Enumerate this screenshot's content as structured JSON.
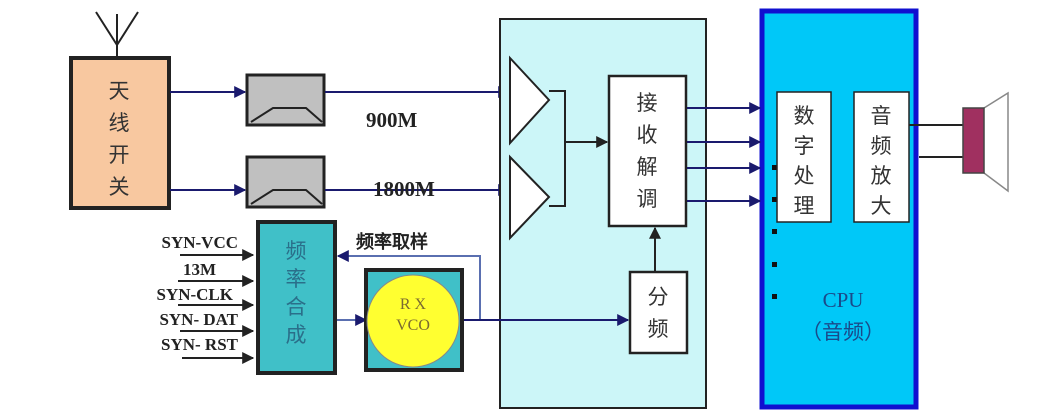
{
  "blocks": {
    "antenna_switch": [
      "天",
      "线",
      "开",
      "关"
    ],
    "freq_synth": [
      "频",
      "率",
      "合",
      "成"
    ],
    "vco": [
      "R X",
      "VCO"
    ],
    "demod": [
      "接",
      "收",
      "解",
      "调"
    ],
    "divider": [
      "分",
      "频"
    ],
    "digital": [
      "数",
      "字",
      "处",
      "理"
    ],
    "audio_amp": [
      "音",
      "频",
      "放",
      "大"
    ],
    "cpu": [
      "CPU",
      "（音频）"
    ]
  },
  "labels": {
    "band_900": "900M",
    "band_1800": "1800M",
    "freq_sample": "频率取样",
    "syn_inputs": [
      "SYN-VCC",
      "13M",
      "SYN-CLK",
      "SYN- DAT",
      "SYN- RST"
    ]
  },
  "colors": {
    "antenna_switch": "#f8c8a0",
    "filter": "#c0c0c0",
    "synth": "#40c0c8",
    "vco_circle": "#ffff30",
    "rx_panel": "#ccf6f8",
    "cpu": "#00c8f8",
    "cpu_border": "#1010d0",
    "speaker": "#a03060"
  }
}
